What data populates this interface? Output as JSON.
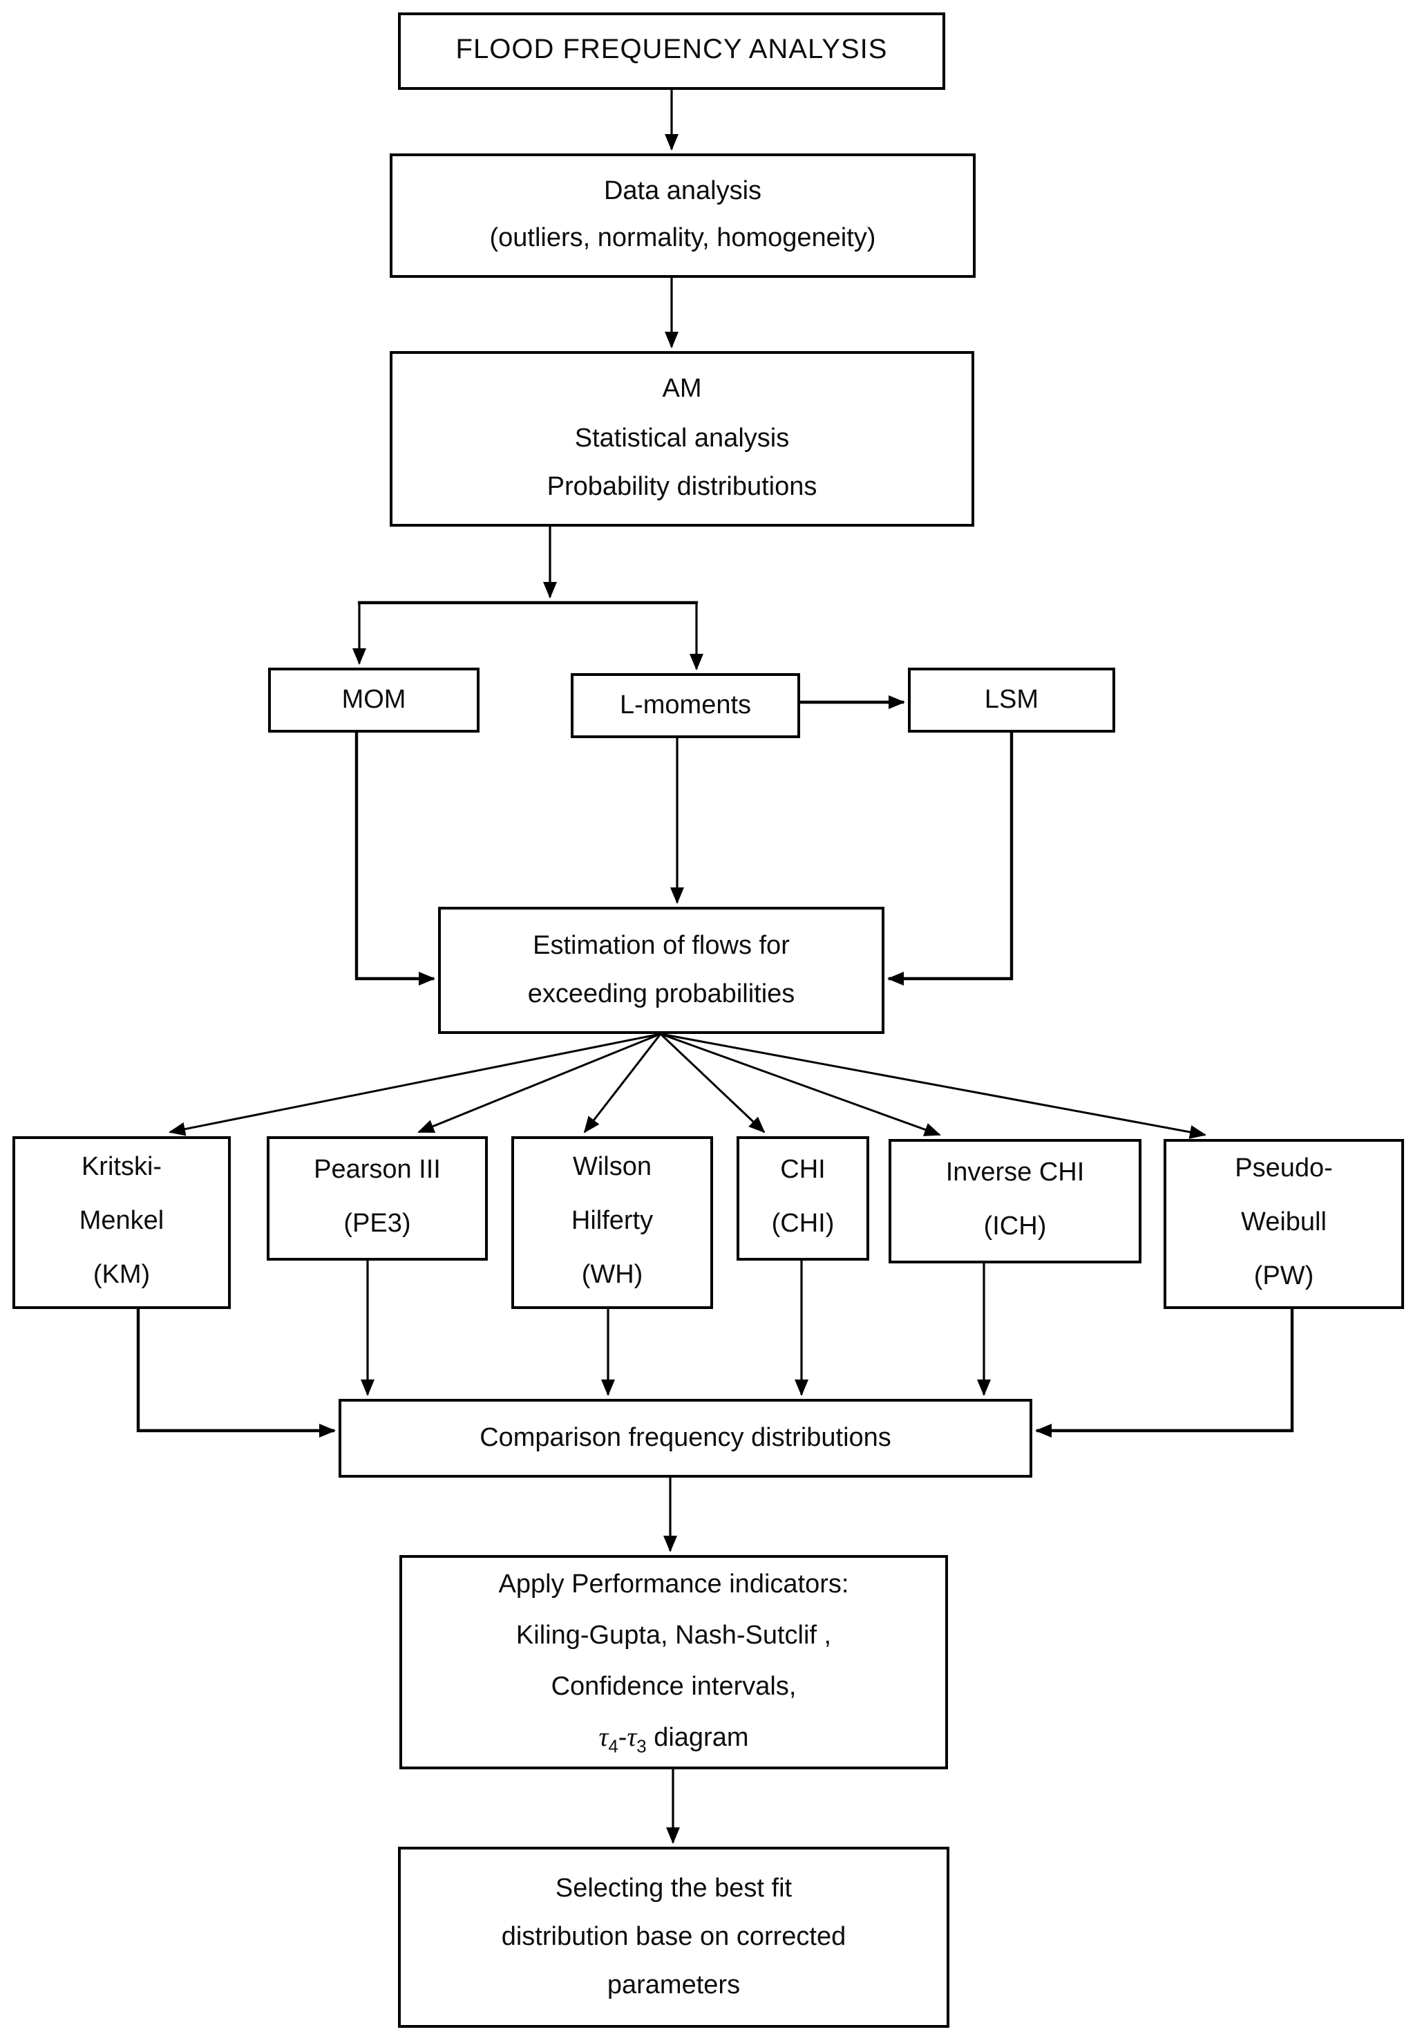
{
  "figure": {
    "kind": "flowchart",
    "background_color": "#ffffff",
    "line_color": "#000000",
    "text_color": "#0d0d0d"
  },
  "nodes": {
    "title": {
      "lines": [
        "FLOOD FREQUENCY ANALYSIS"
      ]
    },
    "data": {
      "lines": [
        "Data analysis",
        "(outliers, normality, homogeneity)"
      ]
    },
    "am": {
      "lines": [
        "AM",
        "Statistical analysis",
        "Probability distributions"
      ]
    },
    "mom": {
      "lines": [
        "MOM"
      ]
    },
    "lmoments": {
      "lines": [
        "L-moments"
      ]
    },
    "lsm": {
      "lines": [
        "LSM"
      ]
    },
    "estimation": {
      "lines": [
        "Estimation of flows for",
        "exceeding probabilities"
      ]
    },
    "km": {
      "lines": [
        "Kritski-",
        "Menkel",
        "(KM)"
      ]
    },
    "pe3": {
      "lines": [
        "Pearson III",
        "(PE3)"
      ]
    },
    "wh": {
      "lines": [
        "Wilson",
        "Hilferty",
        "(WH)"
      ]
    },
    "chi": {
      "lines": [
        "CHI",
        "(CHI)"
      ]
    },
    "ich": {
      "lines": [
        "Inverse CHI",
        "(ICH)"
      ]
    },
    "pw": {
      "lines": [
        "Pseudo-",
        "Weibull",
        "(PW)"
      ]
    },
    "comparison": {
      "lines": [
        "Comparison frequency distributions"
      ]
    },
    "apply": {
      "lines": [
        "Apply Performance indicators:",
        "Kiling-Gupta, Nash-Sutclif ,",
        "Confidence intervals,"
      ],
      "tau_line": {
        "tau1": "τ",
        "sub1": "4",
        "dash": "-",
        "tau2": "τ",
        "sub2": "3",
        "suffix": " diagram"
      }
    },
    "selecting": {
      "lines": [
        "Selecting the best fit",
        "distribution base on corrected",
        "parameters"
      ]
    }
  },
  "edges": [
    "title → data",
    "data → am",
    "am → mom",
    "am → lmoments",
    "lmoments → lsm",
    "mom → estimation",
    "lmoments → estimation",
    "lsm → estimation",
    "estimation → km",
    "estimation → pe3",
    "estimation → wh",
    "estimation → chi",
    "estimation → ich",
    "estimation → pw",
    "km → comparison",
    "pe3 → comparison",
    "wh → comparison",
    "chi → comparison",
    "ich → comparison",
    "pw → comparison",
    "comparison → apply",
    "apply → selecting"
  ]
}
